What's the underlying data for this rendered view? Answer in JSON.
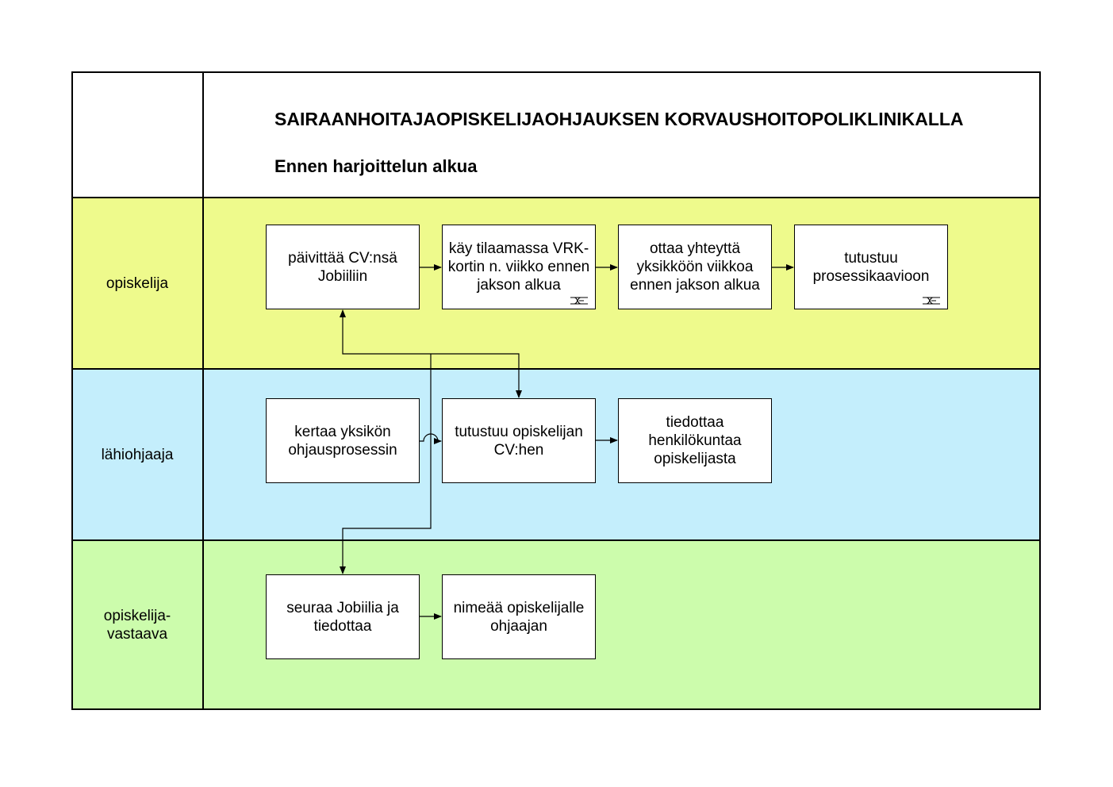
{
  "header": {
    "title": "SAIRAANHOITAJAOPISKELIJAOHJAUKSEN KORVAUSHOITOPOLIKLINIKALLA",
    "subtitle": "Ennen harjoittelun alkua"
  },
  "lanes": [
    {
      "label": "opiskelija",
      "color": "#eefa8c"
    },
    {
      "label": "lähiohjaaja",
      "color": "#c4eefc"
    },
    {
      "label": "opiskelija-\nvastaava",
      "color": "#ccfcac"
    }
  ],
  "steps": {
    "s1": "päivittää CV:nsä Jobiiliin",
    "s2": "käy tilaamassa VRK-kortin n. viikko ennen jakson alkua",
    "s3": "ottaa yhteyttä yksikköön viikkoa ennen jakson alkua",
    "s4": "tutustuu prosessikaavioon",
    "s5": "kertaa yksikön ohjausprosessin",
    "s6": "tutustuu opiskelijan CV:hen",
    "s7": "tiedottaa henkilökuntaa opiskelijasta",
    "s8": "seuraa Jobiilia ja tiedottaa",
    "s9": "nimeää opiskelijalle ohjaajan"
  },
  "icons": {
    "subprocess": "subprocess-link-icon"
  }
}
